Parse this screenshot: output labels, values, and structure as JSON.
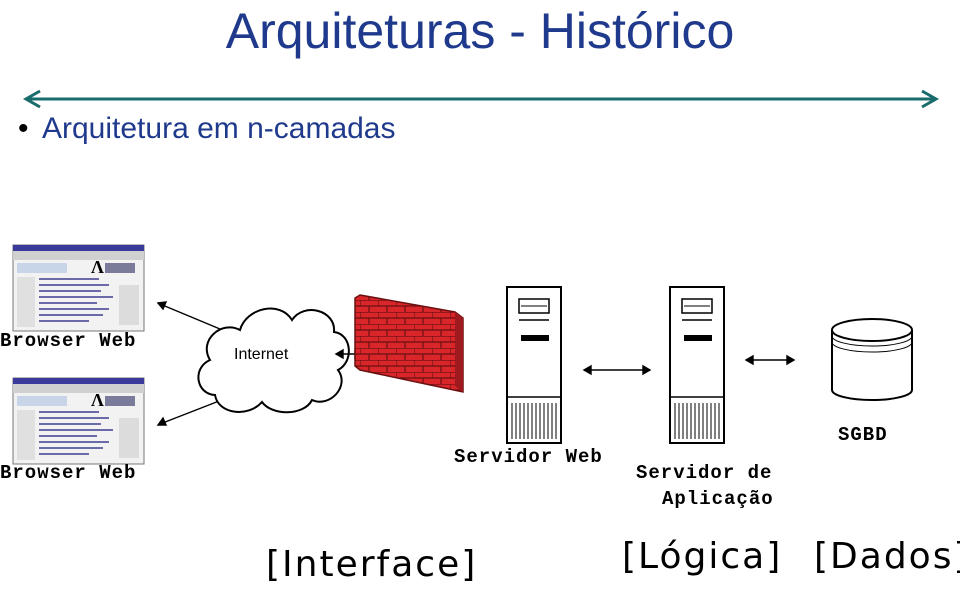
{
  "title": "Arquiteturas - Histórico",
  "bullet": {
    "symbol": "•",
    "text": "Arquitetura em n-camadas"
  },
  "nodes": {
    "browser_1": "Browser Web",
    "browser_2": "Browser Web",
    "internet": "Internet",
    "web_server": "Servidor Web",
    "app_server_line1": "Servidor de",
    "app_server_line2": "Aplicação",
    "database": "SGBD"
  },
  "layers": {
    "interface": "[Interface]",
    "logic": "[Lógica]",
    "data": "[Dados]"
  },
  "colors": {
    "title": "#1f3a8c",
    "rule": "#1a6b6b",
    "firewall_brick": "#d8262b",
    "screen_header": "#3a3a9a"
  },
  "icons": [
    "browser-window-icon",
    "cloud-icon",
    "firewall-icon",
    "server-icon",
    "database-icon"
  ]
}
